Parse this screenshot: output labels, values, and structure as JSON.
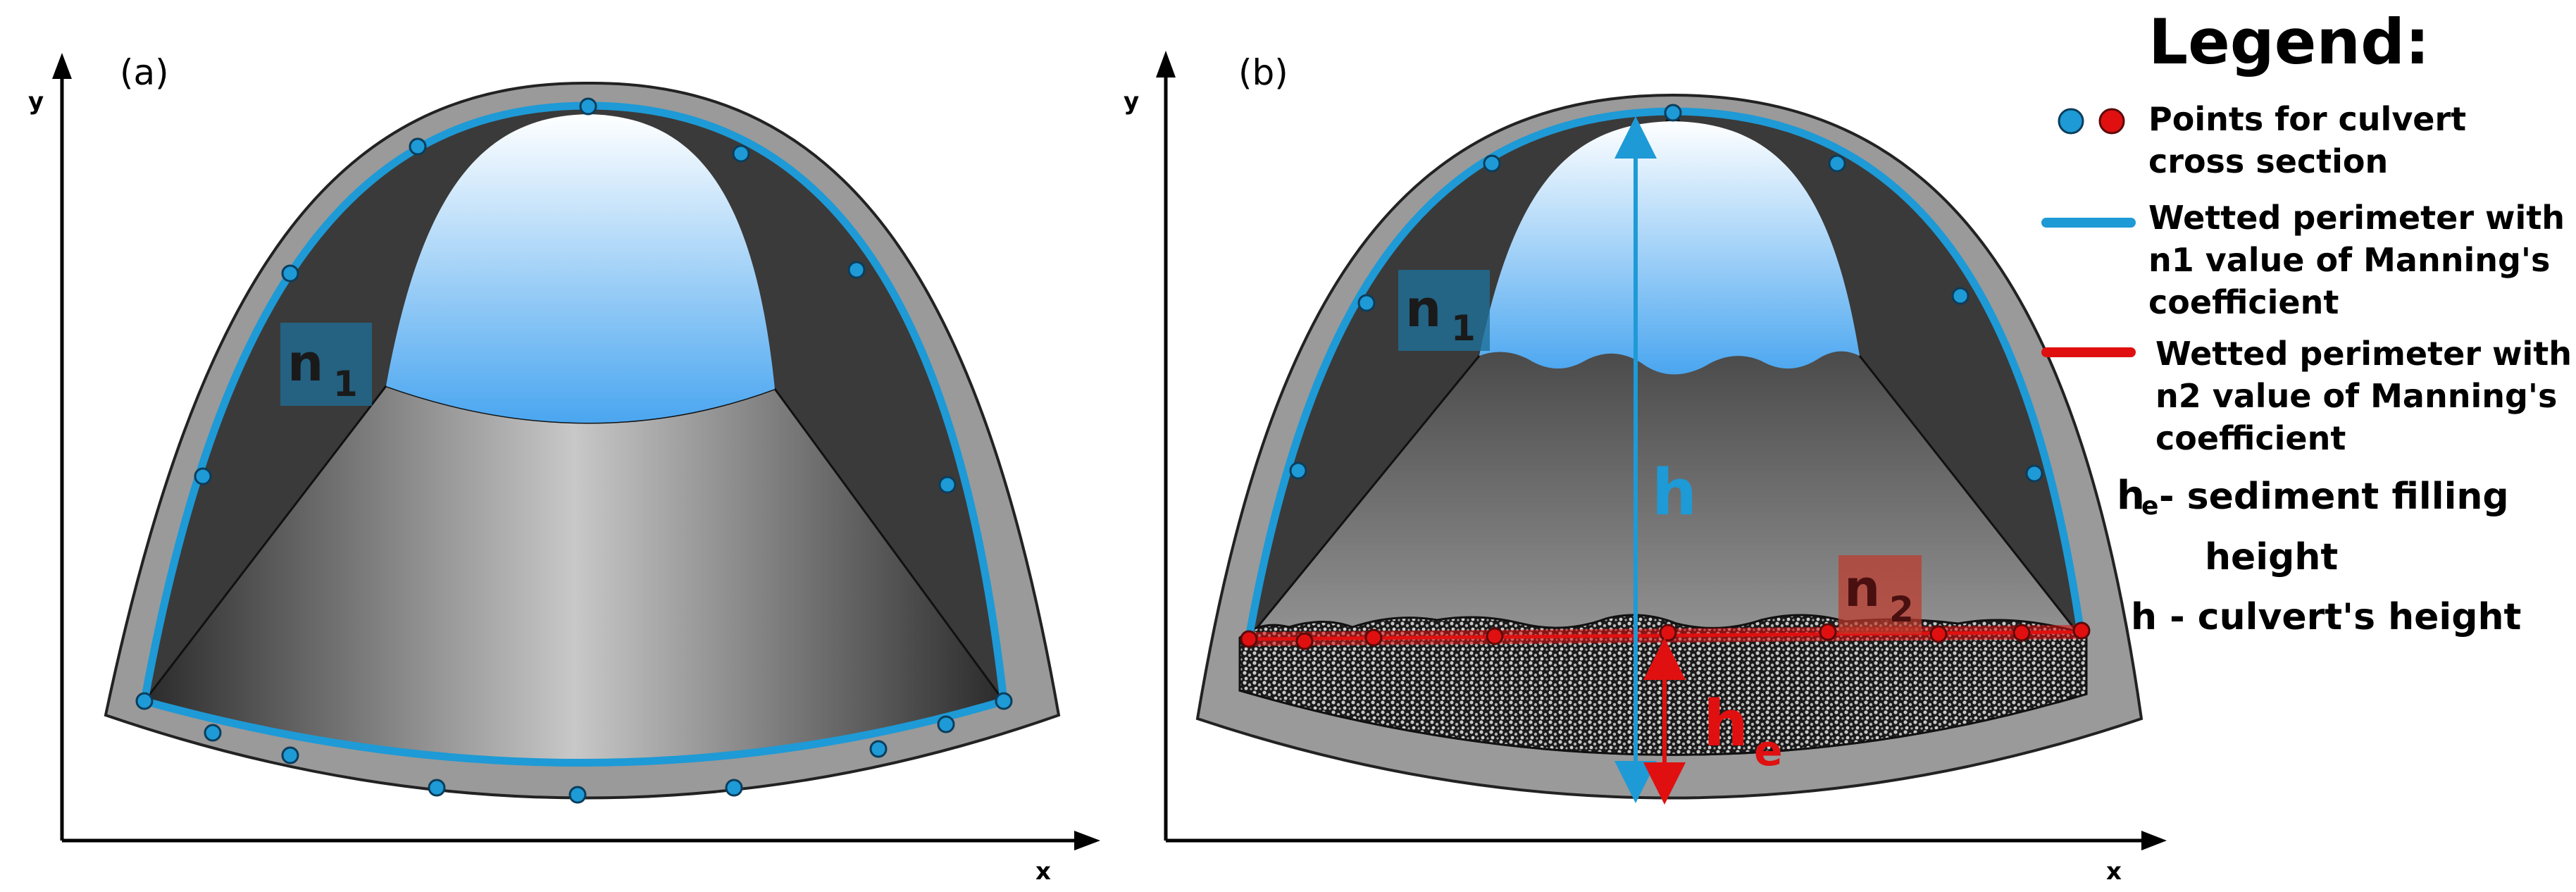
{
  "panel_a": {
    "tag": "(a)",
    "axis_x": "x",
    "axis_y": "y",
    "n1": "n",
    "n1_sub": "1"
  },
  "panel_b": {
    "tag": "(b)",
    "axis_x": "x",
    "axis_y": "y",
    "n1": "n",
    "n1_sub": "1",
    "n2": "n",
    "n2_sub": "2",
    "h": "h",
    "he": "h",
    "he_sub": "e"
  },
  "legend": {
    "title": "Legend:",
    "points_line1": "Points for culvert",
    "points_line2": "cross section",
    "blue_line1": "Wetted perimeter with",
    "blue_line2": "n1 value of Manning's",
    "blue_line3": "coefficient",
    "red_line1": "Wetted perimeter with",
    "red_line2": "n2 value of Manning's",
    "red_line3": "coefficient",
    "he_symbol": "h",
    "he_sub": "e",
    "he_line1": " - sediment filling",
    "he_line2": "height",
    "h_line": "h - culvert's height"
  },
  "colors": {
    "wetted_blue": "#1e9ad6",
    "wetted_red": "#e01010",
    "label_teal": "#1f6f99",
    "label_red": "#c0392b",
    "shell": "#9a9a9a"
  }
}
